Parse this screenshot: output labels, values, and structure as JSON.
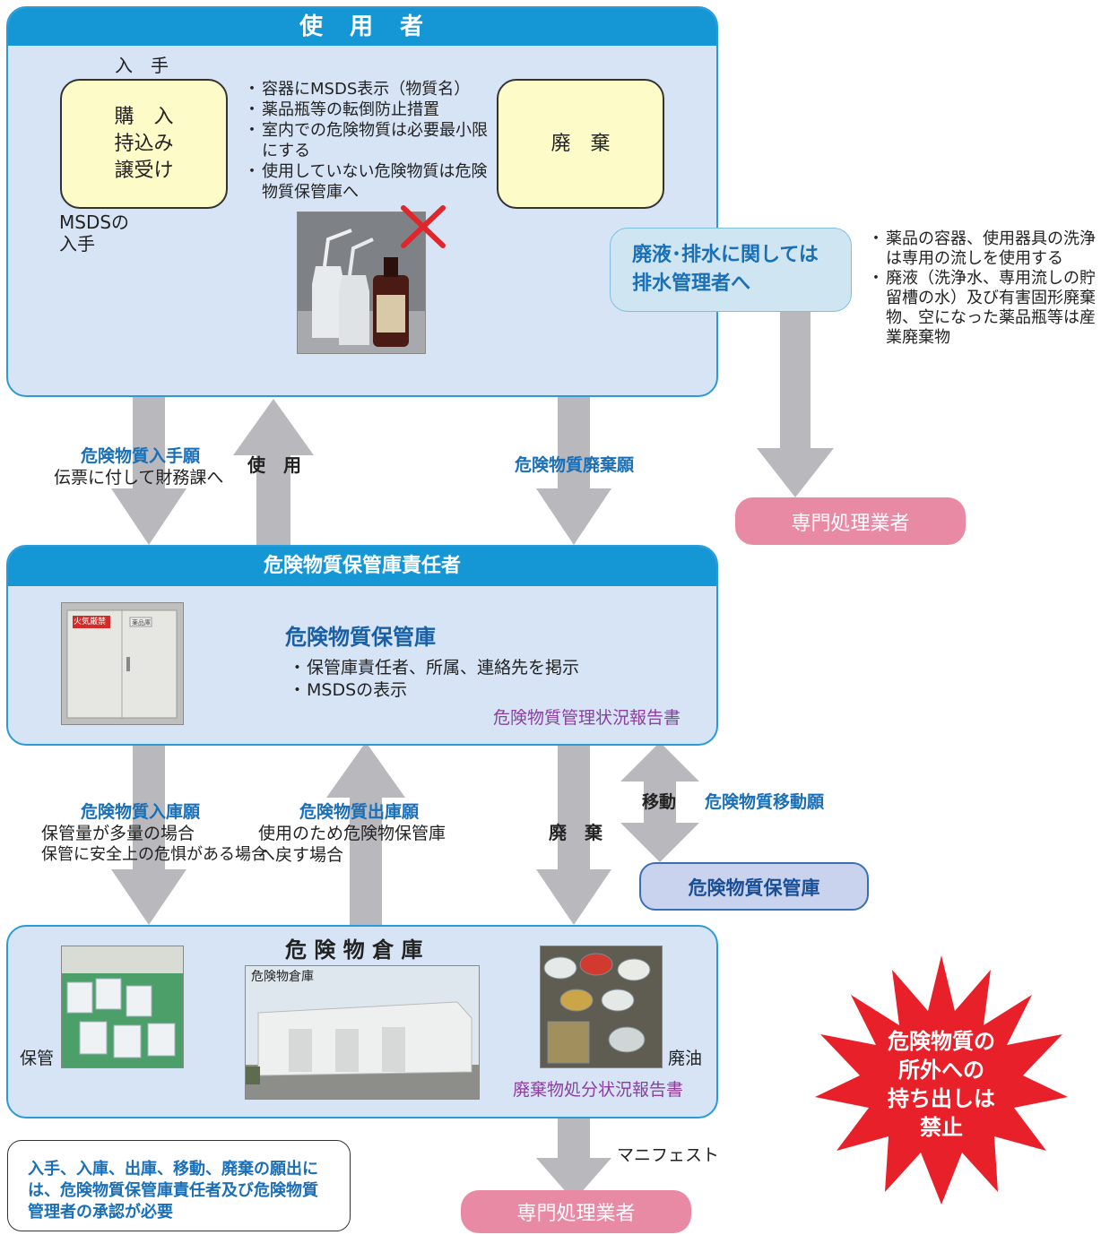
{
  "user_panel": {
    "title": "使　用　者",
    "acquire_label": "入　手",
    "acquire_box": [
      "購　入",
      "持込み",
      "譲受け"
    ],
    "msds_note": [
      "MSDSの",
      "入手"
    ],
    "usage_notes": [
      "容器にMSDS表示（物質名）",
      "薬品瓶等の転倒防止措置",
      "室内での危険物質は必要最小限にする",
      "使用していない危険物質は危険物質保管庫へ"
    ],
    "dispose_box": "廃　棄"
  },
  "drain_box": {
    "line1": "廃液･排水に関しては",
    "line2": "排水管理者へ"
  },
  "drain_notes": [
    "薬品の容器、使用器具の洗浄は専用の流しを使用する",
    "廃液（洗浄水、専用流しの貯留槽の水）及び有害固形廃棄物、空になった薬品瓶等は産業廃棄物"
  ],
  "vendor_top": "専門処理業者",
  "flow1": {
    "acquire_request": "危険物質入手願",
    "acquire_request_note": "伝票に付して財務課へ",
    "use_label": "使　用",
    "dispose_request": "危険物質廃棄願"
  },
  "manager_panel": {
    "title": "危険物質保管庫責任者",
    "storage_title": "危険物質保管庫",
    "notes": [
      "保管庫責任者、所属、連絡先を掲示",
      "MSDSの表示"
    ],
    "report": "危険物質管理状況報告書",
    "cabinet_sign": "火気厳禁",
    "cabinet_small": "薬品庫"
  },
  "flow2": {
    "store_request": "危険物質入庫願",
    "store_notes": [
      "保管量が多量の場合",
      "保管に安全上の危惧がある場合"
    ],
    "release_request": "危険物質出庫願",
    "release_notes": [
      "使用のため危険物保管庫",
      "へ戻す場合"
    ],
    "dispose_label": "廃　棄",
    "move_label": "移動",
    "move_request": "危険物質移動願"
  },
  "other_storage": "危険物質保管庫",
  "warehouse_panel": {
    "title": "危 険 物 倉 庫",
    "photo_caption": "危険物倉庫",
    "storage_label": "保管",
    "waste_oil_label": "廃油",
    "report": "廃棄物処分状況報告書"
  },
  "manifest_label": "マニフェスト",
  "vendor_bottom": "専門処理業者",
  "approval_note": "入手、入庫、出庫、移動、廃棄の願出には、危険物質保管庫責任者及び危険物質管理者の承認が必要",
  "prohibition": [
    "危険物質の",
    "所外への",
    "持ち出しは",
    "禁止"
  ],
  "colors": {
    "panel_fill": "#d6e4f5",
    "header": "#1597d6",
    "arrow": "#b9b9bd",
    "pink": "#e98aa4",
    "burst": "#e8202a"
  }
}
